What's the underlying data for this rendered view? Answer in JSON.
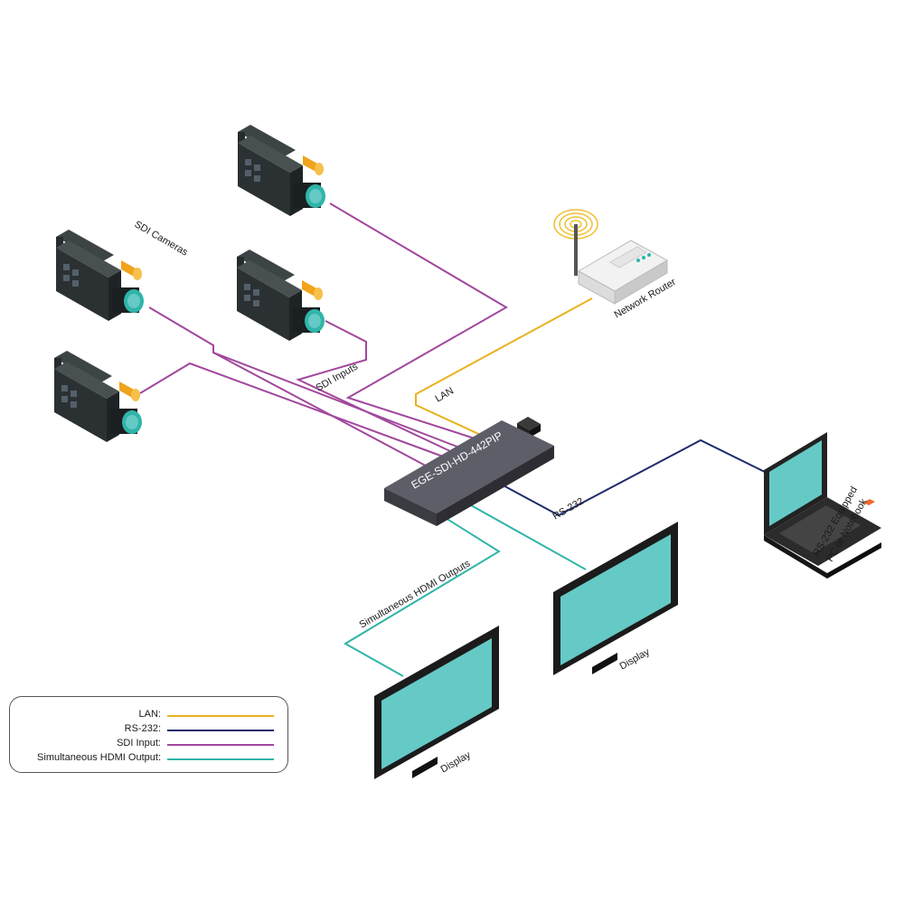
{
  "labels": {
    "sdi_cameras": "SDI Cameras",
    "sdi_inputs": "SDI Inputs",
    "lan": "LAN",
    "network_router": "Network Router",
    "device": "EGE-SDI-HD-442PIP",
    "rs232": "RS-232",
    "notebook_line1": "RS-232 Equipped",
    "notebook_line2": "PC or Notebook",
    "hdmi_outputs": "Simultaneous HDMI Outputs",
    "display_left": "Display",
    "display_right": "Display"
  },
  "legend": {
    "items": [
      {
        "label": "LAN:",
        "color": "#e8b21e"
      },
      {
        "label": "RS-232:",
        "color": "#1f2a6b"
      },
      {
        "label": "SDI Input:",
        "color": "#a1479c"
      },
      {
        "label": "Simultaneous HDMI Output:",
        "color": "#2fb5a8"
      }
    ]
  },
  "colors": {
    "lan": "#e8b21e",
    "rs232": "#1f2a6b",
    "sdi": "#a1479c",
    "hdmi": "#2fb5a8",
    "screen": "#65c9c6",
    "device_body": "#4a4a52",
    "camera_body": "#2e3436",
    "camera_accent": "#f0a31b"
  }
}
